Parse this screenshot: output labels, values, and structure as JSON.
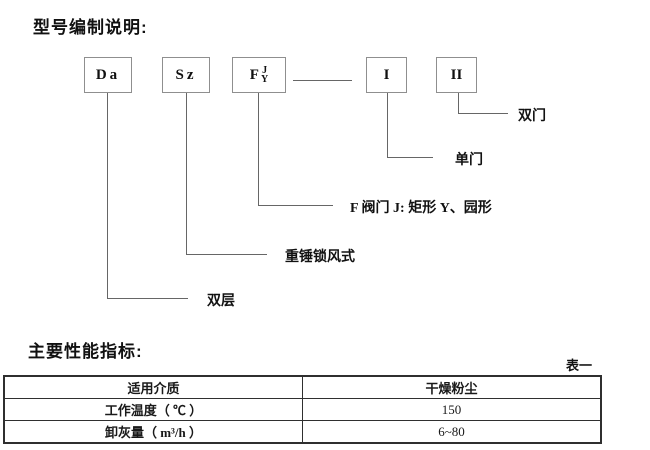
{
  "titles": {
    "model_section": "型号编制说明:",
    "performance_section": "主要性能指标:"
  },
  "diagram": {
    "box_da": "Da",
    "box_sz": "Sz",
    "box_f": {
      "main": "F",
      "upper": "J",
      "lower": "Y"
    },
    "box_i": "I",
    "box_ii": "II",
    "labels": {
      "double_door": "双门",
      "single_door": "单门",
      "valve_note": "F 阀门 J: 矩形  Y、园形",
      "lock_type": "重锤锁风式",
      "double_layer": "双层"
    }
  },
  "table": {
    "caption": "表一",
    "rows": [
      {
        "label": "适用介质",
        "value": "干燥粉尘"
      },
      {
        "label": "工作温度（ ℃ ）",
        "value": "150"
      },
      {
        "label": "卸灰量（ m³/h ）",
        "value": "6~80"
      }
    ]
  }
}
